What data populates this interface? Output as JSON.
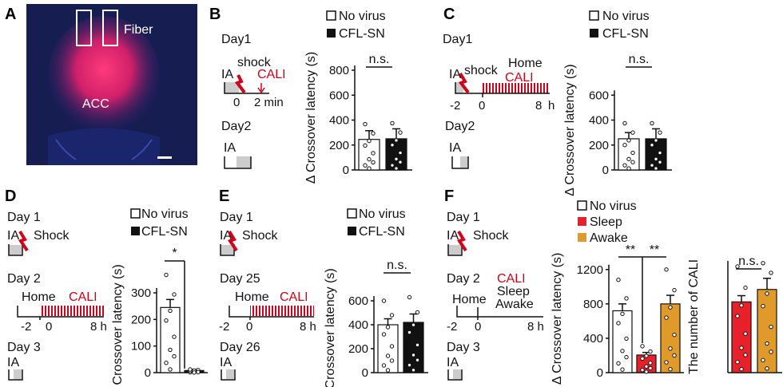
{
  "panel_labels": [
    "A",
    "B",
    "C",
    "D",
    "E",
    "F"
  ],
  "panel_a": {
    "fiber_label": "Fiber",
    "region_label": "ACC"
  },
  "protocol": {
    "b": {
      "day1": "Day1",
      "ia": "IA",
      "shock": "shock",
      "cali": "CALI",
      "t0": "0",
      "t2": "2 min",
      "day2": "Day2",
      "ia2": "IA"
    },
    "c": {
      "day1": "Day1",
      "ia": "IA",
      "shock": "shock",
      "home": "Home",
      "cali": "CALI",
      "tm2": "-2",
      "t0": "0",
      "t8": "8",
      "h": "h",
      "day2": "Day2",
      "ia2": "IA"
    },
    "d": {
      "day1": "Day 1",
      "ia": "IA",
      "shock": "Shock",
      "day2": "Day 2",
      "home": "Home",
      "cali": "CALI",
      "tm2": "-2",
      "t0": "0",
      "t8": "8 h",
      "day3": "Day 3",
      "ia3": "IA"
    },
    "e": {
      "day1": "Day 1",
      "ia": "IA",
      "shock": "Shock",
      "day25": "Day 25",
      "home": "Home",
      "cali": "CALI",
      "tm2": "-2",
      "t0": "0",
      "t8": "8 h",
      "day26": "Day 26",
      "ia3": "IA"
    },
    "f": {
      "day1": "Day 1",
      "ia": "IA",
      "shock": "Shock",
      "day2": "Day 2",
      "cali": "CALI",
      "sleep": "Sleep",
      "awake": "Awake",
      "home": "Home",
      "tm2": "-2",
      "t0": "0",
      "t8": "8 h",
      "day3": "Day 3",
      "ia3": "IA"
    }
  },
  "legend": {
    "no_virus": "No virus",
    "cfl_sn": "CFL-SN",
    "sleep": "Sleep",
    "awake": "Awake"
  },
  "colors": {
    "cfl": "#111111",
    "sleep": "#e8202a",
    "awake": "#e09a2a",
    "cali": "#d0021b"
  },
  "chart_data": [
    {
      "panel": "B",
      "type": "bar",
      "ylabel": "Δ Crossover latency (s)",
      "ylim": [
        0,
        800
      ],
      "yticks": [
        0,
        200,
        400,
        600,
        800
      ],
      "significance": "n.s.",
      "series": [
        {
          "name": "No virus",
          "values": [
            245
          ]
        },
        {
          "name": "CFL-SN",
          "values": [
            250
          ]
        }
      ]
    },
    {
      "panel": "C",
      "type": "bar",
      "ylabel": "Δ Crossover latency (s)",
      "ylim": [
        0,
        800
      ],
      "yticks": [
        0,
        200,
        400,
        600
      ],
      "significance": "n.s.",
      "series": [
        {
          "name": "No virus",
          "values": [
            250
          ]
        },
        {
          "name": "CFL-SN",
          "values": [
            250
          ]
        }
      ]
    },
    {
      "panel": "D",
      "type": "bar",
      "ylabel": "Δ Crossover latency (s)",
      "ylim": [
        0,
        450
      ],
      "yticks": [
        0,
        100,
        200,
        300
      ],
      "significance": "*",
      "series": [
        {
          "name": "No virus",
          "values": [
            245
          ]
        },
        {
          "name": "CFL-SN",
          "values": [
            8
          ]
        }
      ]
    },
    {
      "panel": "E",
      "type": "bar",
      "ylabel": "Δ Crossover latency (s)",
      "ylim": [
        0,
        800
      ],
      "yticks": [
        0,
        200,
        400,
        600
      ],
      "significance": "n.s.",
      "series": [
        {
          "name": "No virus",
          "values": [
            400
          ]
        },
        {
          "name": "CFL-SN",
          "values": [
            420
          ]
        }
      ]
    },
    {
      "panel": "F1",
      "type": "bar",
      "ylabel": "Δ Crossover latency (s)",
      "ylim": [
        0,
        1300
      ],
      "yticks": [
        0,
        400,
        800,
        1200
      ],
      "significance": [
        "**",
        "**"
      ],
      "series": [
        {
          "name": "No virus",
          "values": [
            720
          ]
        },
        {
          "name": "Sleep",
          "values": [
            205
          ]
        },
        {
          "name": "Awake",
          "values": [
            800
          ]
        }
      ]
    },
    {
      "panel": "F2",
      "type": "bar",
      "ylabel": "The number of  CALI",
      "significance": "n.s.",
      "series": [
        {
          "name": "Sleep",
          "values": [
            5.7
          ]
        },
        {
          "name": "Awake",
          "values": [
            6.7
          ]
        }
      ]
    }
  ]
}
